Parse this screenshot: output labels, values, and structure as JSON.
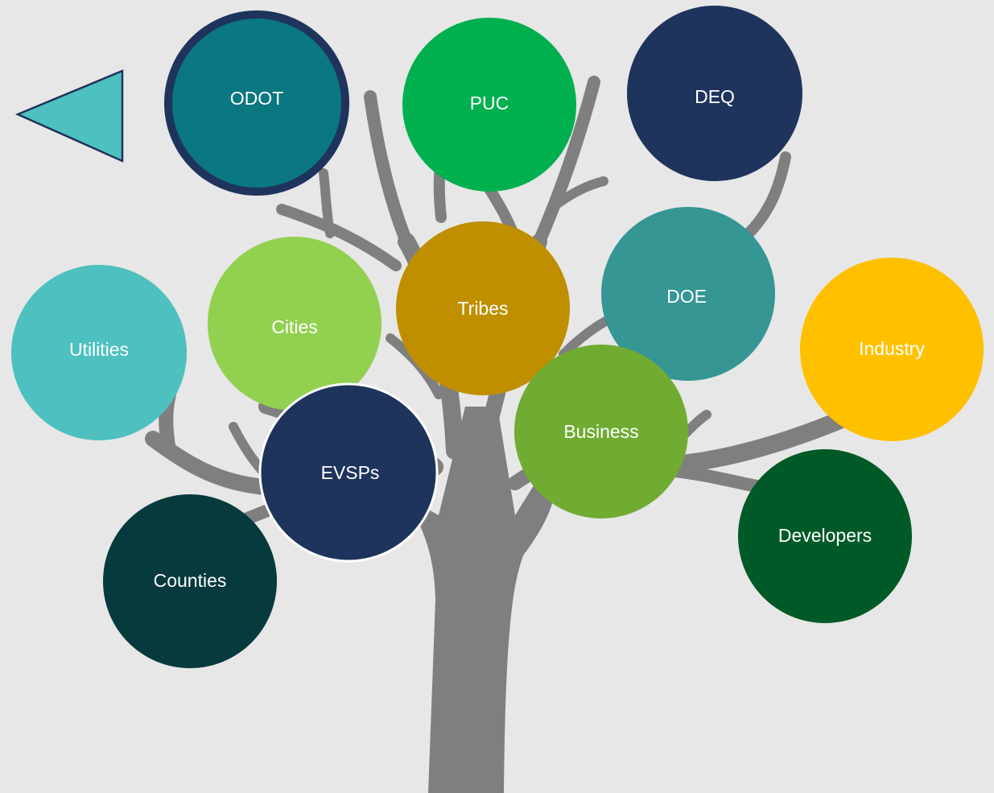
{
  "diagram": {
    "back_icon": "back-arrow-icon",
    "tree_color": "#7f7f7f",
    "nodes": [
      {
        "id": "odot",
        "label": "ODOT",
        "color": "#0b7780",
        "border": "#1e345c"
      },
      {
        "id": "puc",
        "label": "PUC",
        "color": "#00b04f"
      },
      {
        "id": "deq",
        "label": "DEQ",
        "color": "#1e345c"
      },
      {
        "id": "utilities",
        "label": "Utilities",
        "color": "#4dc0bf"
      },
      {
        "id": "cities",
        "label": "Cities",
        "color": "#92d050"
      },
      {
        "id": "tribes",
        "label": "Tribes",
        "color": "#bf8f00"
      },
      {
        "id": "doe",
        "label": "DOE",
        "color": "#359694"
      },
      {
        "id": "industry",
        "label": "Industry",
        "color": "#ffc000"
      },
      {
        "id": "evsps",
        "label": "EVSPs",
        "color": "#1e345c",
        "border": "#ffffff"
      },
      {
        "id": "business",
        "label": "Business",
        "color": "#6fac31"
      },
      {
        "id": "counties",
        "label": "Counties",
        "color": "#063a3d"
      },
      {
        "id": "developers",
        "label": "Developers",
        "color": "#005a27"
      }
    ]
  }
}
